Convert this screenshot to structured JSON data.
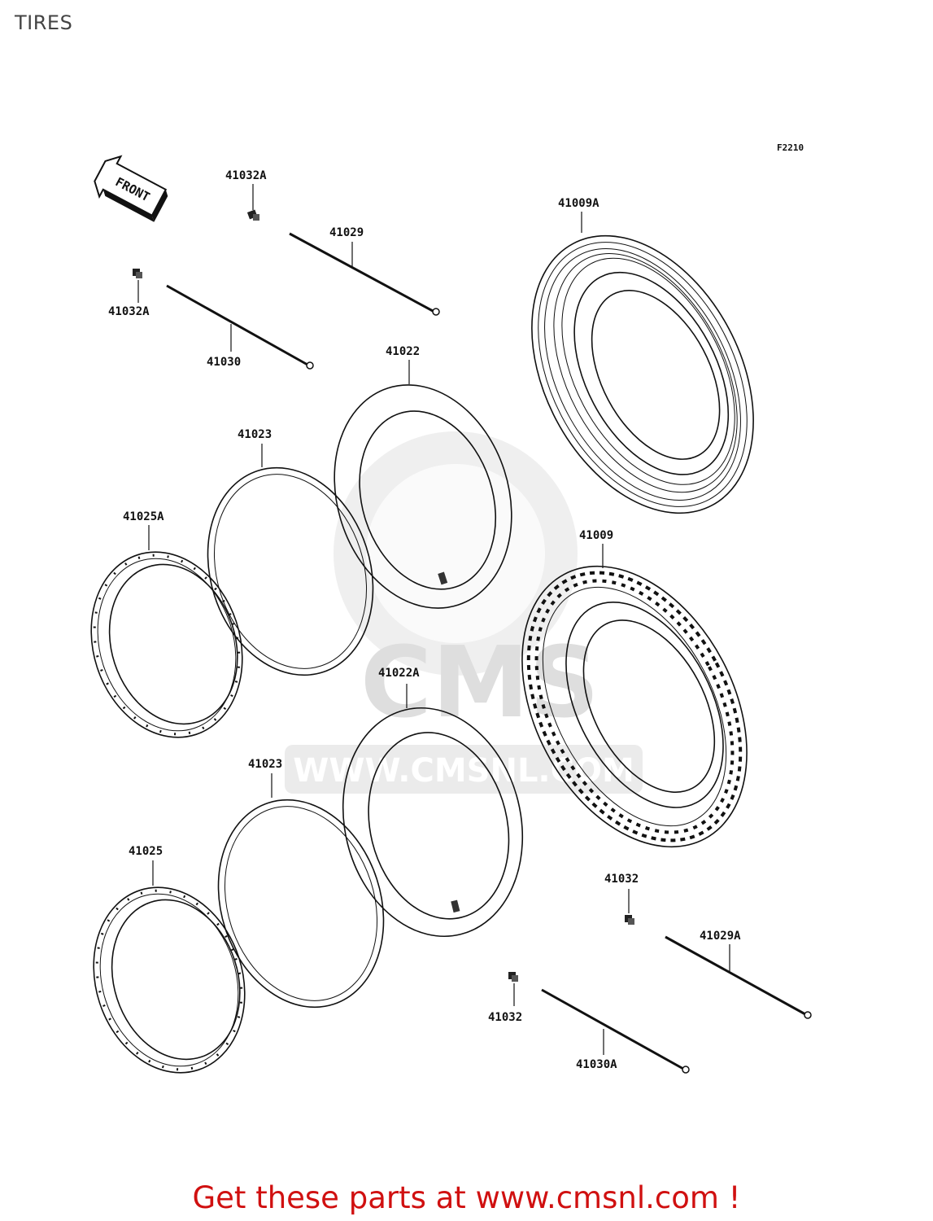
{
  "page": {
    "title": "TIRES",
    "footer": "Get these parts at www.cmsnl.com !"
  },
  "diagram": {
    "figure_code": "F2210",
    "front_marker": "FRONT",
    "watermark": {
      "logo_text": "CMS",
      "url_text": "WWW.CMSNL.COM"
    },
    "callouts": [
      "41032A",
      "41029",
      "41032A",
      "41030",
      "41009A",
      "41022",
      "41023",
      "41025A",
      "41009",
      "41022A",
      "41023",
      "41025",
      "41032",
      "41029A",
      "41032",
      "41030A"
    ]
  }
}
